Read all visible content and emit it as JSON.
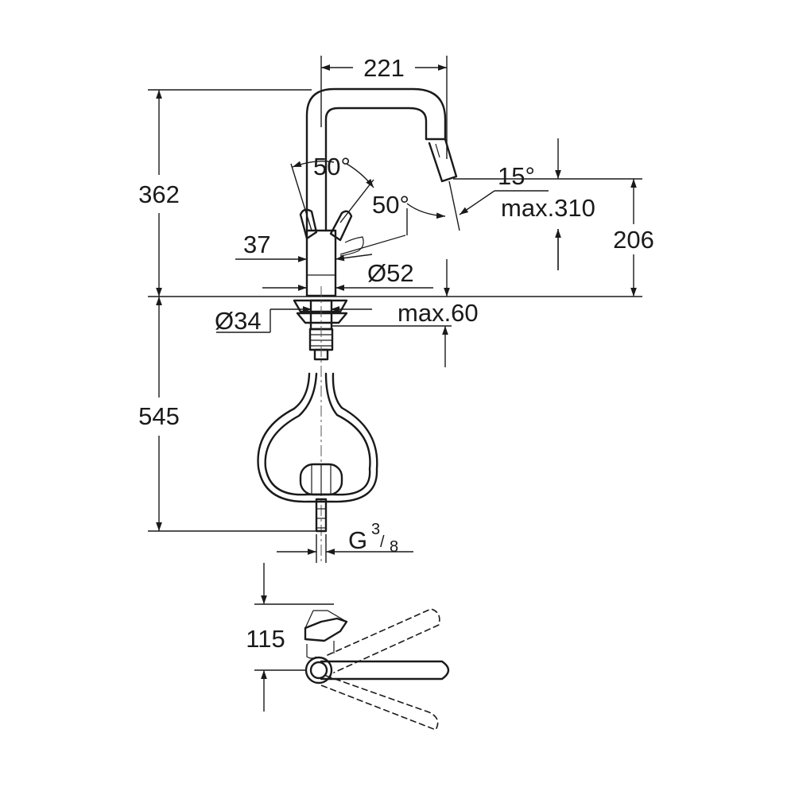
{
  "dimensions": {
    "spout_reach": "221",
    "total_height": "362",
    "spout_angle": "15°",
    "lever_angle": "50°",
    "spray_angle": "50°",
    "max_extension": "max.310",
    "outlet_height": "206",
    "lever_offset": "37",
    "base_diameter": "Ø52",
    "hole_diameter": "Ø34",
    "max_deck": "max.60",
    "hose_length": "545",
    "thread": "G",
    "thread_num": "3",
    "thread_den": "8",
    "plan_depth": "115"
  },
  "colors": {
    "line": "#1a1a1a",
    "background": "#ffffff"
  }
}
